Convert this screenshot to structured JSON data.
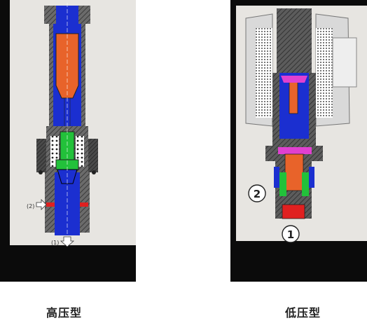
{
  "left_panel": {
    "caption": "高压型",
    "port_labels": [
      "(2)",
      "(1)"
    ]
  },
  "right_panel": {
    "caption": "低压型",
    "port_labels": [
      "2",
      "1"
    ]
  },
  "colors": {
    "blue": "#1b2fd0",
    "orange": "#e8632a",
    "green": "#22c13a",
    "red": "#e02020",
    "magenta": "#e040d0",
    "steel": "#5a5a5a",
    "screen_bg": "#e7e5e1"
  }
}
